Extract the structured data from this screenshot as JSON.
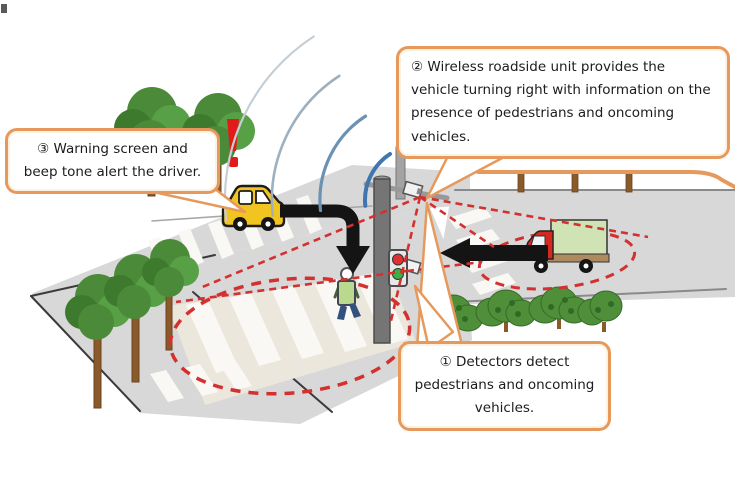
{
  "callouts": {
    "detect": {
      "text": "① Detectors detect pedestrians and oncoming vehicles."
    },
    "wireless": {
      "text": "② Wireless roadside unit provides the vehicle turning right with information on the presence of pedestrians and oncoming vehicles."
    },
    "warning": {
      "text": "③ Warning screen and beep tone alert the driver."
    }
  },
  "colors": {
    "accent-orange": "#E6995C",
    "detection-red": "#D43030",
    "alert-red": "#E11A1A",
    "wireless-blue": "#3F76AD",
    "wireless-blue2": "#6B92B4",
    "wireless-blue3": "#9DB0BF",
    "wireless-blue4": "#C5CED5",
    "road-gray": "#D8D8D8",
    "crosswalk-light": "#ECE7DC",
    "stripe-white": "#FAF8F4",
    "tree-green": "#4B8A39",
    "tree-green-dark": "#3E7A2E",
    "tree-green-lite": "#57A046",
    "bush-green": "#4F8F3A",
    "trunk-brown": "#8B5A2B",
    "car-yellow": "#F2C41F",
    "truck-red": "#D7281F",
    "truck-box-green": "#CFE3B4",
    "truck-deck": "#AD8A5F",
    "signal-red": "#E03030",
    "signal-green": "#3CB043",
    "ped-vest": "#B9D98F",
    "ped-pants": "#33517E",
    "pole-gray": "#757575",
    "arrow-black": "#141414"
  }
}
